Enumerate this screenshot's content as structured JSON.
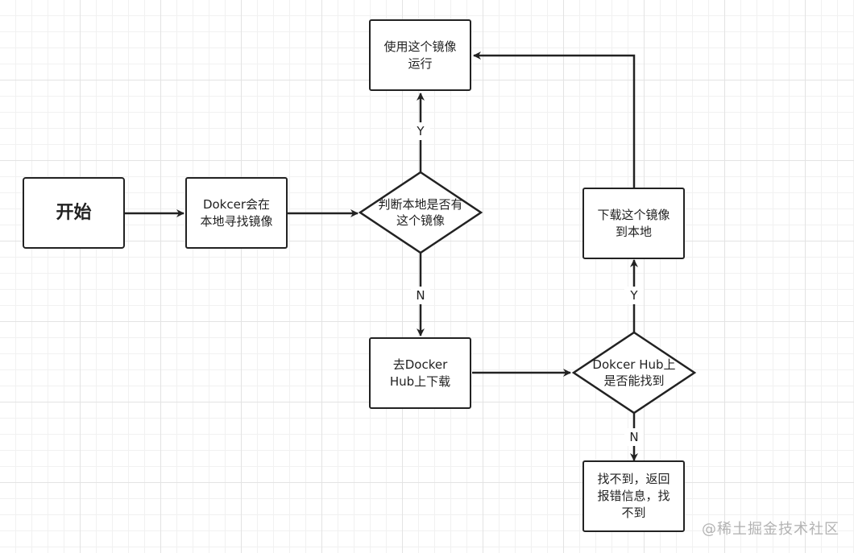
{
  "nodes": {
    "start": "开始",
    "search_local": "Dokcer会在\n本地寻找镜像",
    "check_local": "判断本地是否有\n这个镜像",
    "use_image": "使用这个镜像\n运行",
    "pull_hub": "去Docker\nHub上下载",
    "check_hub": "Dokcer Hub上\n是否能找到",
    "download_local": "下载这个镜像\n到本地",
    "not_found": "找不到，返回\n报错信息，找\n不到"
  },
  "edges": {
    "local_yes": "Y",
    "local_no": "N",
    "hub_yes": "Y",
    "hub_no": "N"
  },
  "watermark": "@稀土掘金技术社区",
  "colors": {
    "stroke": "#222222",
    "grid_minor": "#f1f1f1",
    "grid_major": "#e3e3e3",
    "watermark": "#b3b3b3"
  }
}
